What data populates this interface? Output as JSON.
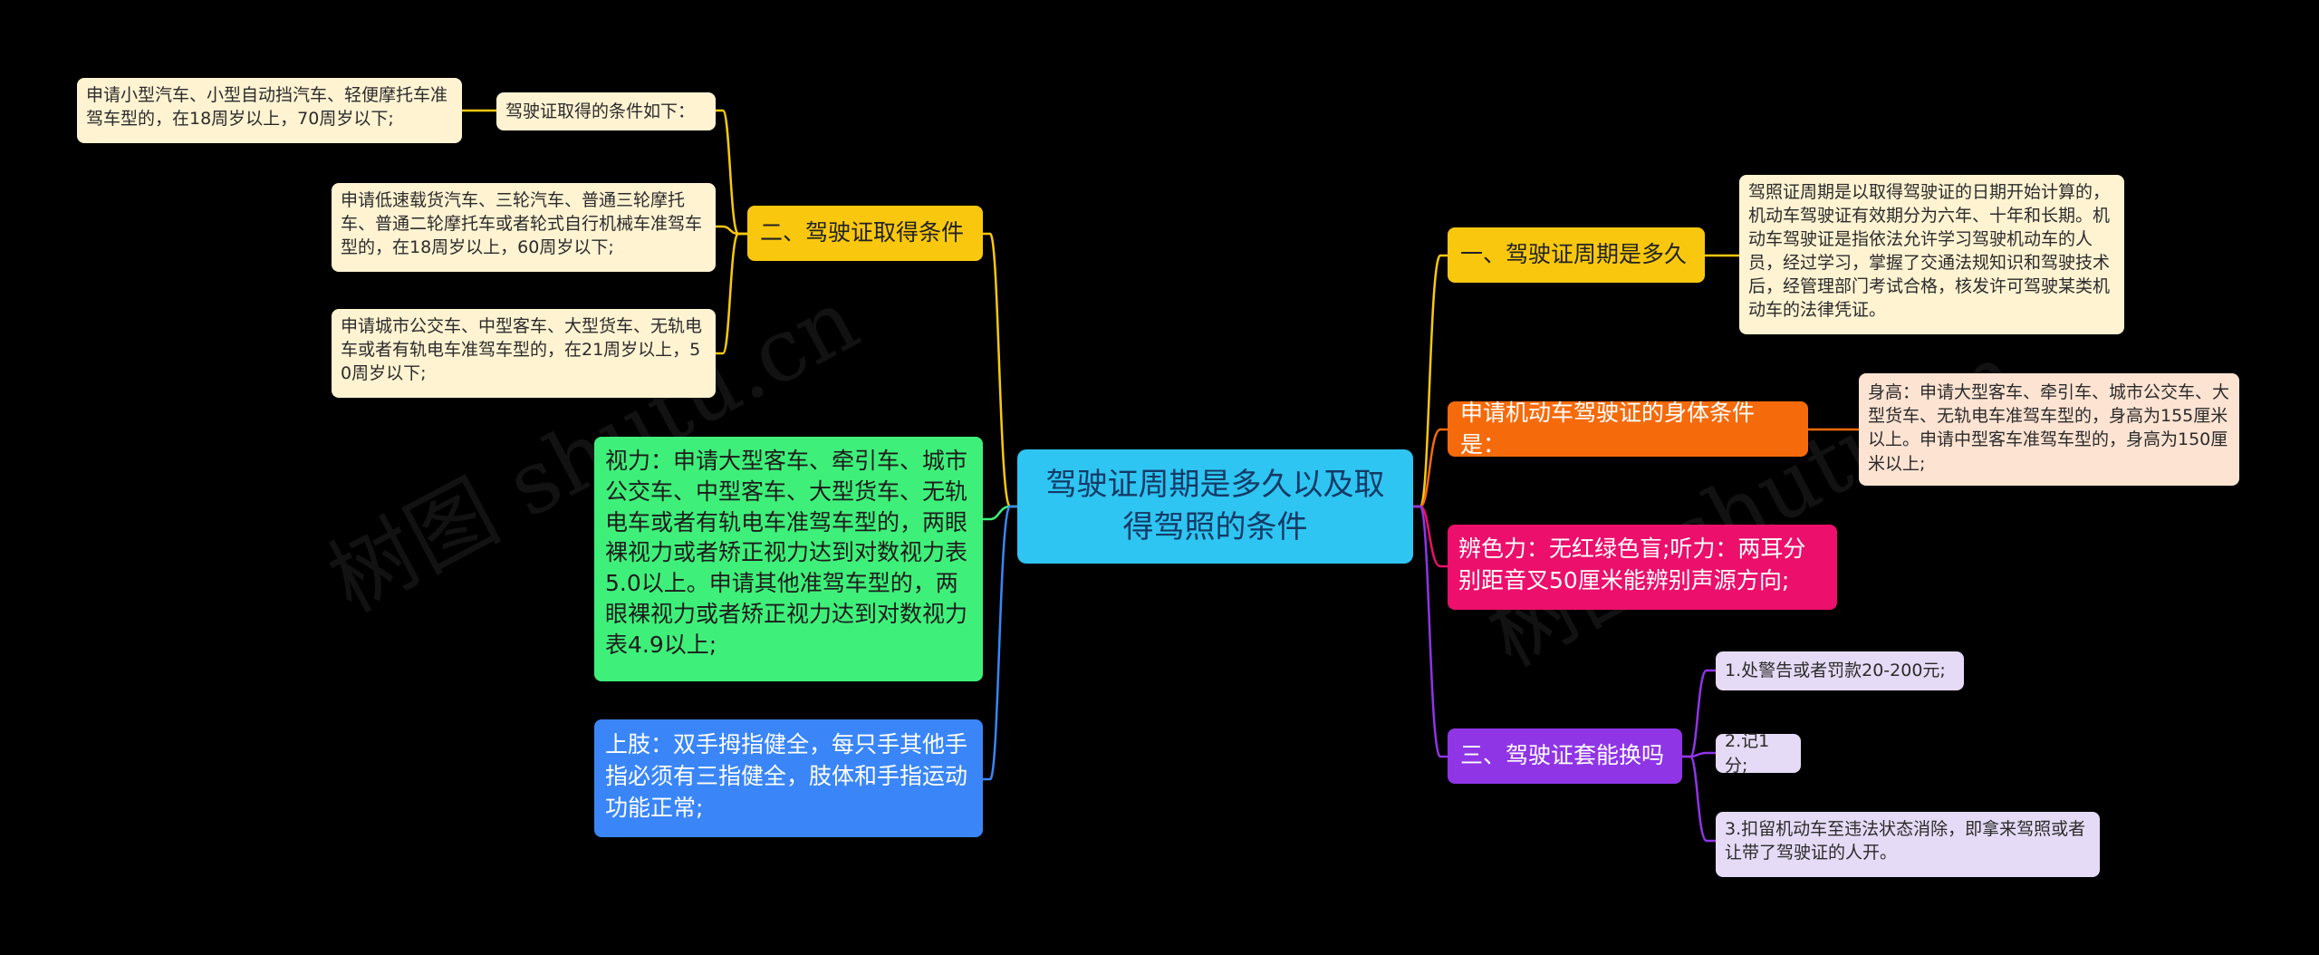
{
  "center": {
    "title": "驾驶证周期是多久以及取得驾照的条件"
  },
  "right": {
    "cycle": {
      "label": "一、驾驶证周期是多久",
      "detail": "驾照证周期是以取得驾驶证的日期开始计算的，机动车驾驶证有效期分为六年、十年和长期。机动车驾驶证是指依法允许学习驾驶机动车的人员，经过学习，掌握了交通法规知识和驾驶技术后，经管理部门考试合格，核发许可驾驶某类机动车的法律凭证。"
    },
    "physical": {
      "label": "申请机动车驾驶证的身体条件是：",
      "height": "身高：申请大型客车、牵引车、城市公交车、大型货车、无轨电车准驾车型的，身高为155厘米以上。申请中型客车准驾车型的，身高为150厘米以上;"
    },
    "color_hearing": "辨色力：无红绿色盲;听力：两耳分别距音叉50厘米能辨别声源方向;",
    "renew": {
      "label": "三、驾驶证套能换吗",
      "items": [
        "1.处警告或者罚款20-200元;",
        "2.记1分;",
        "3.扣留机动车至违法状态消除，即拿来驾照或者让带了驾驶证的人开。"
      ]
    }
  },
  "left": {
    "conditions": {
      "label": "二、驾驶证取得条件",
      "intro": "驾驶证取得的条件如下：",
      "age_small": "申请小型汽车、小型自动挡汽车、轻便摩托车准驾车型的，在18周岁以上，70周岁以下;",
      "items": [
        "申请低速载货汽车、三轮汽车、普通三轮摩托车、普通二轮摩托车或者轮式自行机械车准驾车型的，在18周岁以上，60周岁以下;",
        "申请城市公交车、中型客车、大型货车、无轨电车或者有轨电车准驾车型的，在21周岁以上，50周岁以下;"
      ]
    },
    "vision": "视力：申请大型客车、牵引车、城市公交车、中型客车、大型货车、无轨电车或者有轨电车准驾车型的，两眼裸视力或者矫正视力达到对数视力表5.0以上。申请其他准驾车型的，两眼裸视力或者矫正视力达到对数视力表4.9以上;",
    "limbs": "上肢：双手拇指健全，每只手其他手指必须有三指健全，肢体和手指运动功能正常;"
  },
  "watermark": {
    "left": "树图 shutu.cn",
    "right": "树图 shutu.cn"
  },
  "colors": {
    "background": "#000000",
    "center": "#2ec5f2",
    "yellow": "#f9c80e",
    "orange": "#f56b0c",
    "pink": "#ec0f6b",
    "purple": "#8f35e6",
    "green": "#3ef07a",
    "blue": "#3a86f8"
  }
}
